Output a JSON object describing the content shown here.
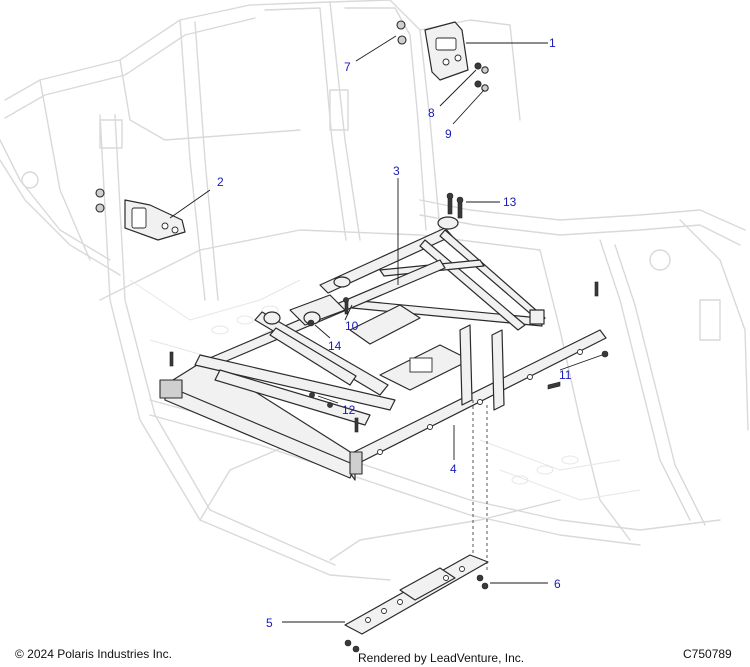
{
  "callouts": [
    {
      "id": "1",
      "text": "1"
    },
    {
      "id": "2",
      "text": "2"
    },
    {
      "id": "3",
      "text": "3"
    },
    {
      "id": "4",
      "text": "4"
    },
    {
      "id": "5",
      "text": "5"
    },
    {
      "id": "6",
      "text": "6"
    },
    {
      "id": "7",
      "text": "7"
    },
    {
      "id": "8",
      "text": "8"
    },
    {
      "id": "9",
      "text": "9"
    },
    {
      "id": "10",
      "text": "10"
    },
    {
      "id": "11",
      "text": "11"
    },
    {
      "id": "12",
      "text": "12"
    },
    {
      "id": "13",
      "text": "13"
    },
    {
      "id": "14",
      "text": "14"
    }
  ],
  "footer": {
    "copyright": "© 2024 Polaris Industries Inc.",
    "rendered_by": "Rendered by LeadVenture, Inc.",
    "diagram_code": "C750789"
  },
  "colors": {
    "callout_text": "#1a1ab8",
    "frame_ghost": "#d9d9d9",
    "part_outline": "#2b2b2b"
  }
}
